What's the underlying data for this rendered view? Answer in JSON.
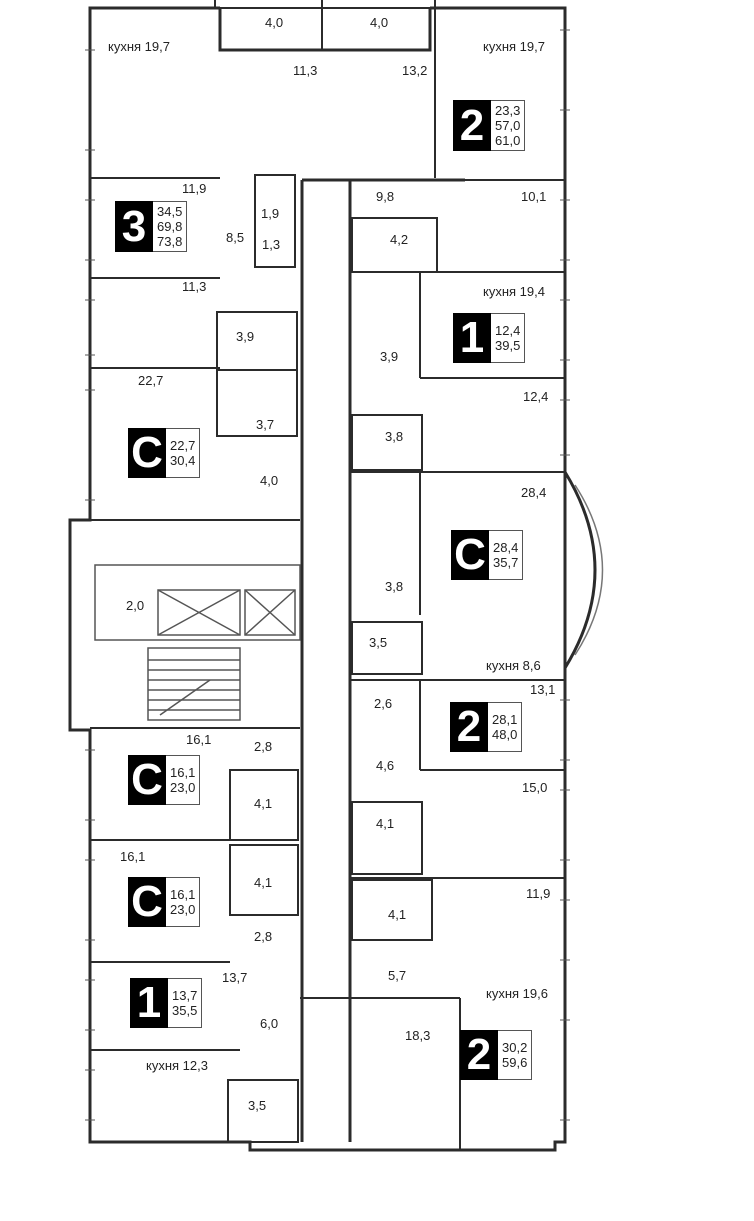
{
  "colors": {
    "wall": "#2b2b2b",
    "thin": "#666666",
    "badge_bg": "#000000",
    "badge_fg": "#ffffff"
  },
  "labels": {
    "balcony_left": "4,0",
    "balcony_right": "4,0",
    "r_11_3_top": "11,3",
    "r_13_2": "13,2",
    "kitchen_tl": "кухня 19,7",
    "kitchen_tr": "кухня 19,7",
    "r_11_9_top": "11,9",
    "r_9_8": "9,8",
    "r_10_1": "10,1",
    "r_1_9": "1,9",
    "r_8_5": "8,5",
    "r_4_2": "4,2",
    "r_1_3": "1,3",
    "r_11_3_left": "11,3",
    "kitchen_r_19_4": "кухня 19,4",
    "r_3_9_left": "3,9",
    "r_3_9_right": "3,9",
    "r_22_7": "22,7",
    "r_3_7": "3,7",
    "r_12_4": "12,4",
    "r_3_8_a": "3,8",
    "r_4_0": "4,0",
    "r_28_4": "28,4",
    "r_2_0": "2,0",
    "r_3_8_b": "3,8",
    "r_3_5_a": "3,5",
    "kitchen_8_6": "кухня 8,6",
    "r_13_1": "13,1",
    "r_2_6": "2,6",
    "r_16_1_a": "16,1",
    "r_2_8_a": "2,8",
    "r_4_6": "4,6",
    "r_15_0": "15,0",
    "r_4_1_a": "4,1",
    "r_4_1_b": "4,1",
    "r_16_1_b": "16,1",
    "r_4_1_c": "4,1",
    "r_4_1_d": "4,1",
    "r_11_9_b": "11,9",
    "r_2_8_b": "2,8",
    "r_5_7": "5,7",
    "kitchen_19_6": "кухня 19,6",
    "r_13_7": "13,7",
    "r_6_0": "6,0",
    "r_18_3": "18,3",
    "kitchen_12_3": "кухня 12,3",
    "r_3_5_b": "3,5"
  },
  "apartments": [
    {
      "id": "a1",
      "type": "2",
      "values": [
        "23,3",
        "57,0",
        "61,0"
      ]
    },
    {
      "id": "a2",
      "type": "3",
      "values": [
        "34,5",
        "69,8",
        "73,8"
      ]
    },
    {
      "id": "a3",
      "type": "1",
      "values": [
        "12,4",
        "39,5"
      ]
    },
    {
      "id": "a4",
      "type": "С",
      "values": [
        "22,7",
        "30,4"
      ]
    },
    {
      "id": "a5",
      "type": "С",
      "values": [
        "28,4",
        "35,7"
      ]
    },
    {
      "id": "a6",
      "type": "2",
      "values": [
        "28,1",
        "48,0"
      ]
    },
    {
      "id": "a7",
      "type": "С",
      "values": [
        "16,1",
        "23,0"
      ]
    },
    {
      "id": "a8",
      "type": "С",
      "values": [
        "16,1",
        "23,0"
      ]
    },
    {
      "id": "a9",
      "type": "1",
      "values": [
        "13,7",
        "35,5"
      ]
    },
    {
      "id": "a10",
      "type": "2",
      "values": [
        "30,2",
        "59,6"
      ]
    }
  ]
}
